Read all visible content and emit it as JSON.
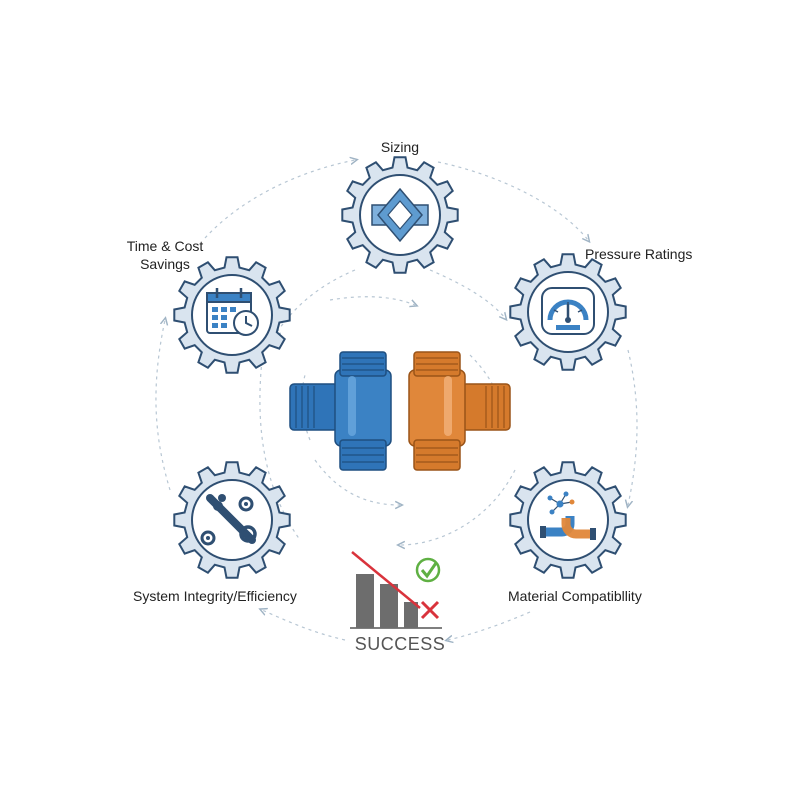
{
  "labels": {
    "sizing": "Sizing",
    "time_cost_line1": "Time & Cost",
    "time_cost_line2": "Savings",
    "pressure": "Pressure Ratings",
    "system": "System Integrity/Efficiency",
    "material": "Material Compatibllity",
    "success": "SUCCESS"
  },
  "colors": {
    "gear_fill": "#d9e4ef",
    "gear_stroke": "#2f4f72",
    "gear_inner": "#ffffff",
    "blue_pipe": "#3b82c4",
    "orange_pipe": "#e0873a",
    "arrow": "#9fb3c4",
    "check_green": "#5fb043",
    "cross_red": "#d9333c",
    "bar_gray": "#6d6d6d"
  },
  "icons": {
    "sizing": "pipe-diamond-icon",
    "time": "calendar-clock-icon",
    "pressure": "gauge-icon",
    "system": "wrench-gears-icon",
    "material": "pipes-molecule-icon",
    "center": "pipe-tee-fittings-icon",
    "success": "declining-chart-check-icon"
  }
}
